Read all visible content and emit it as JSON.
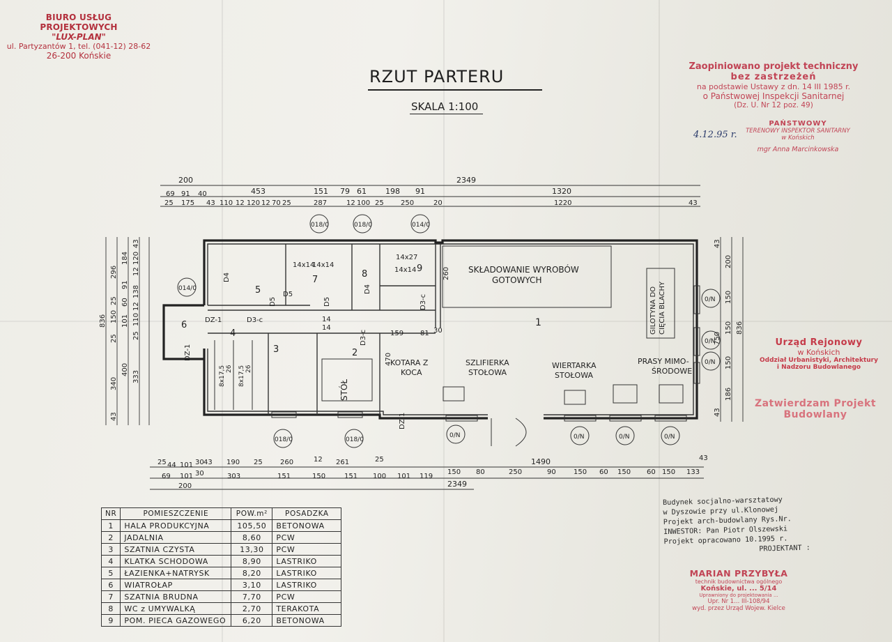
{
  "office_stamp": {
    "line1": "BIURO USŁUG PROJEKTOWYCH",
    "line2": "\"LUX-PLAN\"",
    "line3": "ul. Partyzantów 1, tel. (041-12) 28-62",
    "line4": "26-200 Końskie"
  },
  "title": "RZUT PARTERU",
  "scale": "SKALA 1:100",
  "sanitary_stamp": {
    "line1": "Zaopiniowano projekt techniczny",
    "line2": "bez zastrzeżeń",
    "line3": "na podstawie Ustawy z dn. 14 III 1985 r.",
    "line4": "o Państwowej Inspekcji Sanitarnej",
    "line5": "(Dz. U. Nr 12 poz. 49)"
  },
  "inspector_stamp": {
    "line1": "PAŃSTWOWY",
    "line2": "TERENOWY INSPEKTOR SANITARNY",
    "line3": "w Końskich",
    "line4": "mgr Anna Marcinkowska"
  },
  "handwritten_date": "4.12.95 r.",
  "district_stamp": {
    "line1": "Urząd Rejonowy",
    "line2": "w Końskich",
    "line3": "Oddział Urbanistyki, Architektury",
    "line4": "i Nadzoru Budowlanego"
  },
  "approval_stamp": {
    "line1": "Zatwierdzam Projekt",
    "line2": "Budowlany"
  },
  "project_info": {
    "line1": "Budynek socjalno-warsztatowy",
    "line2": "w Dyszowie przy ul.Klonowej",
    "line3": "Projekt arch-budowlany Rys.Nr.",
    "line4": "INWESTOR: Pan Piotr Olszewski",
    "line5": "Projekt opracowano 10.1995 r.",
    "line6": "PROJEKTANT :"
  },
  "designer_stamp": {
    "line1": "MARIAN PRZYBYŁA",
    "line2": "technik budownictwa ogólnego",
    "line3": "Końskie, ul. ... 5/14",
    "line4": "Uprawniony do projektowania ...",
    "line5": "Upr. Nr 1... III-108/94",
    "line6": "wyd. przez Urząd Wojew. Kielce"
  },
  "rooms_table": {
    "headers": [
      "NR",
      "POMIESZCZENIE",
      "POW.m²",
      "POSADZKA"
    ],
    "rows": [
      {
        "nr": "1",
        "name": "HALA PRODUKCYJNA",
        "area": "105,50",
        "floor": "BETONOWA"
      },
      {
        "nr": "2",
        "name": "JADALNIA",
        "area": "8,60",
        "floor": "PCW"
      },
      {
        "nr": "3",
        "name": "SZATNIA CZYSTA",
        "area": "13,30",
        "floor": "PCW"
      },
      {
        "nr": "4",
        "name": "KLATKA SCHODOWA",
        "area": "8,90",
        "floor": "LASTRIKO"
      },
      {
        "nr": "5",
        "name": "ŁAZIENKA+NATRYSK",
        "area": "8,20",
        "floor": "LASTRIKO"
      },
      {
        "nr": "6",
        "name": "WIATROŁAP",
        "area": "3,10",
        "floor": "LASTRIKO"
      },
      {
        "nr": "7",
        "name": "SZATNIA BRUDNA",
        "area": "7,70",
        "floor": "PCW"
      },
      {
        "nr": "8",
        "name": "WC z UMYWALKĄ",
        "area": "2,70",
        "floor": "TERAKOTA"
      },
      {
        "nr": "9",
        "name": "POM. PIECA GAZOWEGO",
        "area": "6,20",
        "floor": "BETONOWA"
      }
    ]
  },
  "plan_labels": {
    "storage": "SKŁADOWANIE WYROBÓW",
    "storage2": "GOTOWYCH",
    "guillotine": "GILOTYNA DO",
    "guillotine2": "CIĘCIA BLACHY",
    "curtain": "KOTARA Z",
    "curtain2": "KOCA",
    "grinder": "SZLIFIERKA",
    "grinder2": "STOŁOWA",
    "drill": "WIERTARKA",
    "drill2": "STOŁOWA",
    "presses": "PRASY MIMO-",
    "presses2": "ŚRODOWE",
    "table": "STÓŁ",
    "room_numbers": [
      "1",
      "2",
      "3",
      "4",
      "5",
      "6",
      "7",
      "8",
      "9"
    ],
    "doors": [
      "D4",
      "D5",
      "D5",
      "D5",
      "D4",
      "DZ-1",
      "D3-c",
      "DZ-1",
      "D3-c",
      "D3-c",
      "DZ-1"
    ],
    "windows_top": [
      "018/0",
      "018/0",
      "014/0",
      "014/0"
    ],
    "windows_bottom": [
      "018/0",
      "018/0",
      "0/N",
      "0/N",
      "0/N",
      "0/N"
    ],
    "windows_right": [
      "0/N",
      "0/N",
      "0/N"
    ],
    "small_dims": [
      "14x14",
      "14x14",
      "14x27",
      "14x14",
      "14",
      "14",
      "8x17,5",
      "26",
      "8x17,5",
      "26"
    ]
  },
  "dims_top": {
    "total": "2349",
    "row1": [
      "200",
      "453",
      "151",
      "79",
      "61",
      "198",
      "91",
      "1320"
    ],
    "row2": [
      "69",
      "91",
      "40"
    ],
    "row3": [
      "25",
      "175",
      "43",
      "110",
      "12",
      "120",
      "12",
      "70",
      "25",
      "287",
      "12",
      "100",
      "25",
      "250",
      "20",
      "1220",
      "43"
    ]
  },
  "dims_bottom": {
    "total": "2349",
    "row1": [
      "25",
      "44",
      "101",
      "30",
      "43",
      "190",
      "25",
      "260",
      "12",
      "261",
      "25",
      "1490",
      "43"
    ],
    "row2": [
      "69",
      "101",
      "30",
      "303",
      "151",
      "150",
      "151",
      "100",
      "101",
      "119",
      "150",
      "80",
      "250",
      "90",
      "150",
      "60",
      "150",
      "60",
      "150",
      "133"
    ],
    "row3": [
      "200"
    ]
  },
  "dims_left": [
    "836",
    "296",
    "25",
    "25",
    "340",
    "43",
    "150",
    "101",
    "400",
    "184",
    "91",
    "60",
    "110",
    "25",
    "333",
    "120",
    "12",
    "138",
    "12",
    "43"
  ],
  "dims_right": [
    "43",
    "200",
    "150",
    "750",
    "150",
    "836",
    "150",
    "186",
    "43"
  ],
  "interior_dims": [
    "260",
    "470",
    "159",
    "81",
    "30"
  ]
}
